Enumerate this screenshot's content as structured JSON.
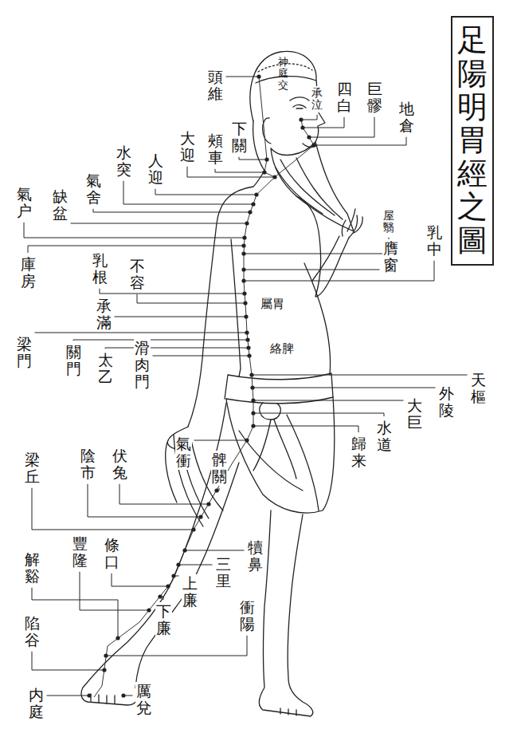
{
  "diagram": {
    "title": "足陽明胃經之圖",
    "labels": [
      "頭維",
      "神庭交",
      "下關",
      "頰車",
      "大迎",
      "承泣",
      "四白",
      "巨髎",
      "地倉",
      "人迎",
      "水突",
      "氣舍",
      "缺盆",
      "氣户",
      "屋翳",
      "乳中",
      "膺窗",
      "庫房",
      "乳根",
      "不容",
      "承滿",
      "梁門",
      "關門",
      "太乙",
      "滑肉門",
      "屬胃",
      "絡脾",
      "天樞",
      "外陵",
      "大巨",
      "水道",
      "歸来",
      "氣衝",
      "髀關",
      "伏兔",
      "陰市",
      "梁丘",
      "犢鼻",
      "三里",
      "上廉",
      "條口",
      "豐隆",
      "下廉",
      "衝陽",
      "解谿",
      "陷谷",
      "内庭",
      "厲兌"
    ]
  }
}
